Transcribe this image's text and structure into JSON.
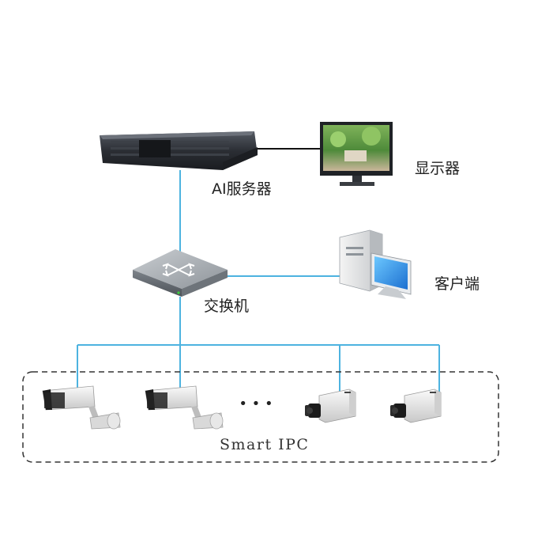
{
  "labels": {
    "server": "AI服务器",
    "monitor": "显示器",
    "client": "客户端",
    "switch": "交换机",
    "cameras": "Smart IPC"
  },
  "ellipsis": "• • •",
  "colors": {
    "network_line": "#4db3e0",
    "monitor_cable": "#111111",
    "dashed_border": "#333333",
    "server_body": "#2a2d33",
    "switch_body": "#9aa0a6",
    "switch_led": "#3cd23c",
    "camera_body": "#ececec",
    "camera_lens": "#1b1b1b"
  },
  "icons": {
    "server": "nvr-server-icon",
    "monitor": "lcd-monitor-icon",
    "client": "desktop-pc-icon",
    "switch": "network-switch-icon",
    "bullet_camera": "bullet-camera-icon",
    "box_camera": "box-camera-icon"
  }
}
